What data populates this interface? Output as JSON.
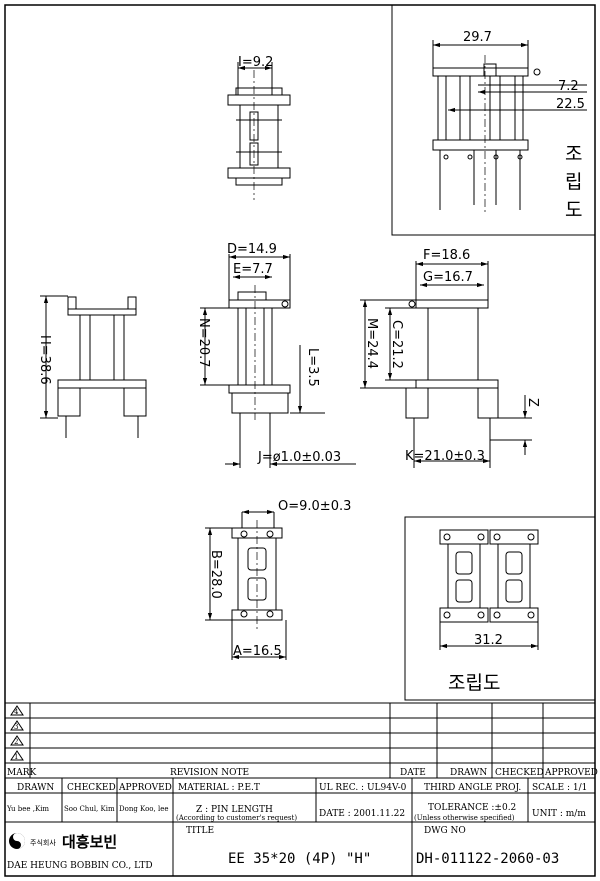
{
  "dimensions": {
    "i": "I=9.2",
    "d": "D=14.9",
    "e": "E=7.7",
    "h": "H=38.6",
    "n": "N=20.7",
    "l": "L=3.5",
    "j": "J=ø1.0±0.03",
    "f": "F=18.6",
    "g": "G=16.7",
    "m": "M=24.4",
    "c": "C=21.2",
    "z": "Z",
    "k": "K=21.0±0.3",
    "o": "O=9.0±0.3",
    "b": "B=28.0",
    "a": "A=16.5",
    "w297": "29.7",
    "w72": "7.2",
    "w225": "22.5",
    "w312": "31.2"
  },
  "labels": {
    "assembly_vertical": [
      "조",
      "립",
      "도"
    ],
    "assembly_bottom": "조립도"
  },
  "revision_block": {
    "rev_marks": [
      "4",
      "3",
      "2",
      "1"
    ],
    "headers": {
      "mark": "MARK",
      "note": "REVISION NOTE",
      "date": "DATE",
      "drawn": "DRAWN",
      "checked": "CHECKED",
      "approved": "APPROVED"
    }
  },
  "title_block": {
    "drawn_label": "DRAWN",
    "checked_label": "CHECKED",
    "approved_label": "APPROVED",
    "drawn_by": "Yu bee ,Kim",
    "checked_by": "Soo Chul, Kim",
    "approved_by": "Dong Koo, lee",
    "material": "MATERIAL : P.E.T",
    "ul_rec": "UL REC. : UL94V-0",
    "projection": "THIRD ANGLE PROJ.",
    "scale": "SCALE : 1/1",
    "pin_length": "Z : PIN LENGTH",
    "pin_length_note": "(According to customer's request)",
    "date": "DATE : 2001.11.22",
    "tolerance": "TOLERANCE :±0.2",
    "tolerance_note": "(Unless otherwise specified)",
    "unit": "UNIT : m/m",
    "company_prefix": "주식회사",
    "company_korean": "대흥보빈",
    "company_english": "DAE HEUNG BOBBIN CO., LTD",
    "title_label": "TITLE",
    "title": "EE 35*20 (4P) \"H\"",
    "dwg_no_label": "DWG NO",
    "dwg_no": "DH-011122-2060-03"
  },
  "colors": {
    "line": "#000000",
    "background": "#ffffff"
  }
}
